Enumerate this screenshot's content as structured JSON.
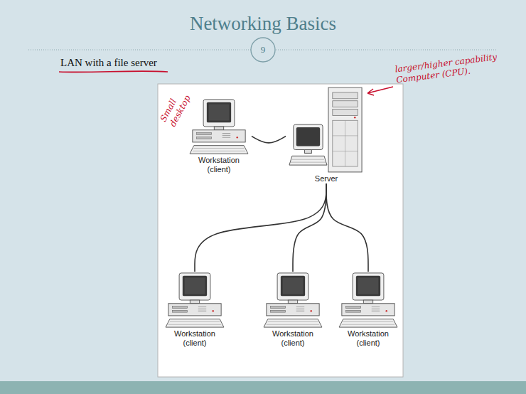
{
  "diagram": {
    "title": "Networking Basics",
    "nodes": [
      {
        "text": [
          "9"
        ]
      },
      {
        "text": [
          "Workstation (client)"
        ]
      },
      {
        "text": [
          "Server"
        ]
      },
      {
        "text": [
          "Workstation (client)"
        ]
      },
      {
        "text": [
          "Workstation (client)"
        ]
      },
      {
        "text": [
          "Workstation (client)"
        ]
      }
    ],
    "edges": [
      {
        "from": 2,
        "to": 1,
        "arrow": "none"
      },
      {
        "from": 2,
        "to": 3,
        "arrow": "none"
      },
      {
        "from": 2,
        "to": 4,
        "arrow": "none"
      },
      {
        "from": 2,
        "to": 5,
        "arrow": "none"
      }
    ],
    "labels": [
      "LAN with a file server",
      "Small desktop",
      "larger/higher capability Computer (CPU)."
    ]
  }
}
